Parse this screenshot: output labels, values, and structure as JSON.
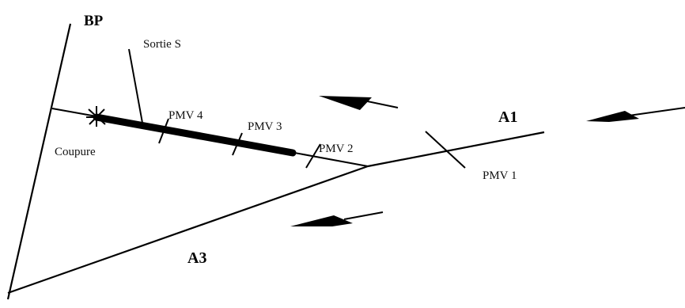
{
  "labels": {
    "bp": "BP",
    "exit": "Sortie S",
    "cut": "Coupure",
    "a1": "A1",
    "a3": "A3",
    "pmv1": "PMV 1",
    "pmv2": "PMV 2",
    "pmv3": "PMV 3",
    "pmv4": "PMV 4"
  },
  "colors": {
    "ink": "#000000"
  }
}
